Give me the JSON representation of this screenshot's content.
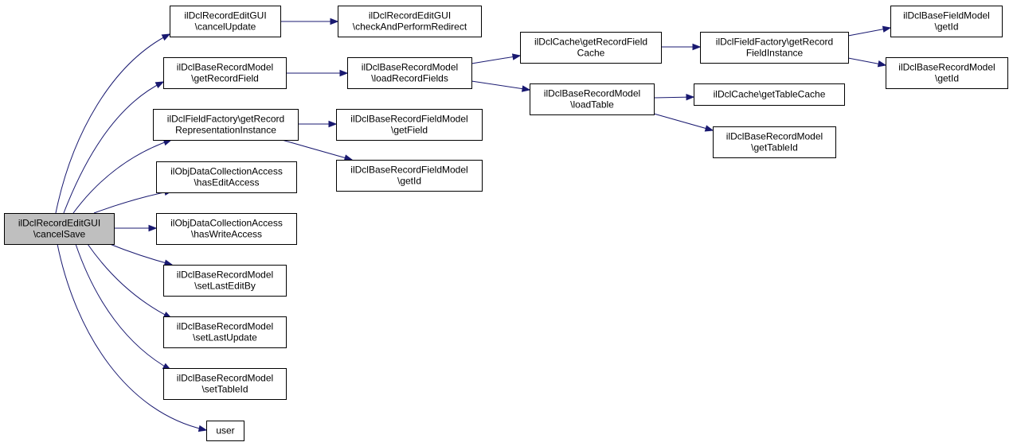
{
  "graph": {
    "nodes": [
      {
        "id": "root",
        "lines": [
          "ilDclRecordEditGUI",
          "\\cancelSave"
        ],
        "highlighted": true
      },
      {
        "id": "n1",
        "lines": [
          "ilDclRecordEditGUI",
          "\\cancelUpdate"
        ]
      },
      {
        "id": "n2",
        "lines": [
          "ilDclRecordEditGUI",
          "\\checkAndPerformRedirect"
        ]
      },
      {
        "id": "n3",
        "lines": [
          "ilDclBaseRecordModel",
          "\\getRecordField"
        ]
      },
      {
        "id": "n4",
        "lines": [
          "ilDclBaseRecordModel",
          "\\loadRecordFields"
        ]
      },
      {
        "id": "n5",
        "lines": [
          "ilDclCache\\getRecordField",
          "Cache"
        ]
      },
      {
        "id": "n6",
        "lines": [
          "ilDclFieldFactory\\getRecord",
          "FieldInstance"
        ]
      },
      {
        "id": "n7",
        "lines": [
          "ilDclBaseFieldModel",
          "\\getId"
        ]
      },
      {
        "id": "n8",
        "lines": [
          "ilDclBaseRecordModel",
          "\\getId"
        ]
      },
      {
        "id": "n9",
        "lines": [
          "ilDclBaseRecordModel",
          "\\loadTable"
        ]
      },
      {
        "id": "n10",
        "lines": [
          "ilDclCache\\getTableCache"
        ]
      },
      {
        "id": "n11",
        "lines": [
          "ilDclBaseRecordModel",
          "\\getTableId"
        ]
      },
      {
        "id": "n12",
        "lines": [
          "ilDclFieldFactory\\getRecord",
          "RepresentationInstance"
        ]
      },
      {
        "id": "n13",
        "lines": [
          "ilDclBaseRecordFieldModel",
          "\\getField"
        ]
      },
      {
        "id": "n14",
        "lines": [
          "ilDclBaseRecordFieldModel",
          "\\getId"
        ]
      },
      {
        "id": "n15",
        "lines": [
          "ilObjDataCollectionAccess",
          "\\hasEditAccess"
        ]
      },
      {
        "id": "n16",
        "lines": [
          "ilObjDataCollectionAccess",
          "\\hasWriteAccess"
        ]
      },
      {
        "id": "n17",
        "lines": [
          "ilDclBaseRecordModel",
          "\\setLastEditBy"
        ]
      },
      {
        "id": "n18",
        "lines": [
          "ilDclBaseRecordModel",
          "\\setLastUpdate"
        ]
      },
      {
        "id": "n19",
        "lines": [
          "ilDclBaseRecordModel",
          "\\setTableId"
        ]
      },
      {
        "id": "n20",
        "lines": [
          "user"
        ]
      }
    ],
    "edges": [
      [
        "root",
        "n1"
      ],
      [
        "root",
        "n3"
      ],
      [
        "root",
        "n12"
      ],
      [
        "root",
        "n15"
      ],
      [
        "root",
        "n16"
      ],
      [
        "root",
        "n17"
      ],
      [
        "root",
        "n18"
      ],
      [
        "root",
        "n19"
      ],
      [
        "root",
        "n20"
      ],
      [
        "n1",
        "n2"
      ],
      [
        "n3",
        "n4"
      ],
      [
        "n4",
        "n5"
      ],
      [
        "n4",
        "n9"
      ],
      [
        "n5",
        "n6"
      ],
      [
        "n6",
        "n7"
      ],
      [
        "n6",
        "n8"
      ],
      [
        "n9",
        "n10"
      ],
      [
        "n9",
        "n11"
      ],
      [
        "n12",
        "n13"
      ],
      [
        "n12",
        "n14"
      ]
    ],
    "colors": {
      "edge": "#191970",
      "root_fill": "#bfbfbf",
      "node_fill": "#ffffff",
      "border": "#000000"
    }
  }
}
